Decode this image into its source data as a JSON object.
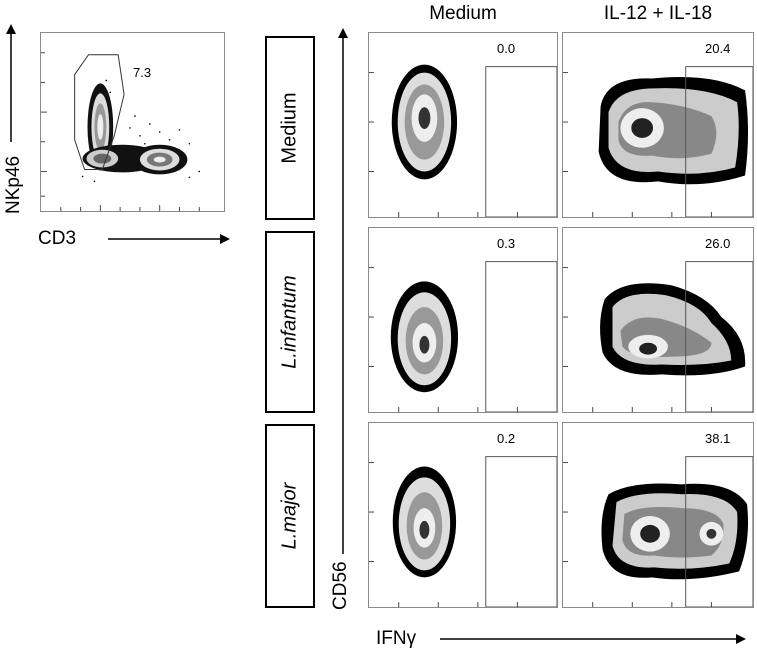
{
  "gating_panel": {
    "x_label": "CD3",
    "y_label": "NKp46",
    "gate_value": "7.3"
  },
  "columns": [
    "Medium",
    "IL-12 + IL-18"
  ],
  "rows": [
    {
      "label": "Medium",
      "italic": false
    },
    {
      "label": "L.infantum",
      "italic": true
    },
    {
      "label": "L.major",
      "italic": true
    }
  ],
  "grid_values": [
    [
      "0.0",
      "20.4"
    ],
    [
      "0.3",
      "26.0"
    ],
    [
      "0.2",
      "38.1"
    ]
  ],
  "grid_axis": {
    "x_label": "IFNγ",
    "y_label": "CD56"
  },
  "colors": {
    "ink": "#000000",
    "panel_border": "#8a8a8a",
    "gate": "#555555"
  }
}
